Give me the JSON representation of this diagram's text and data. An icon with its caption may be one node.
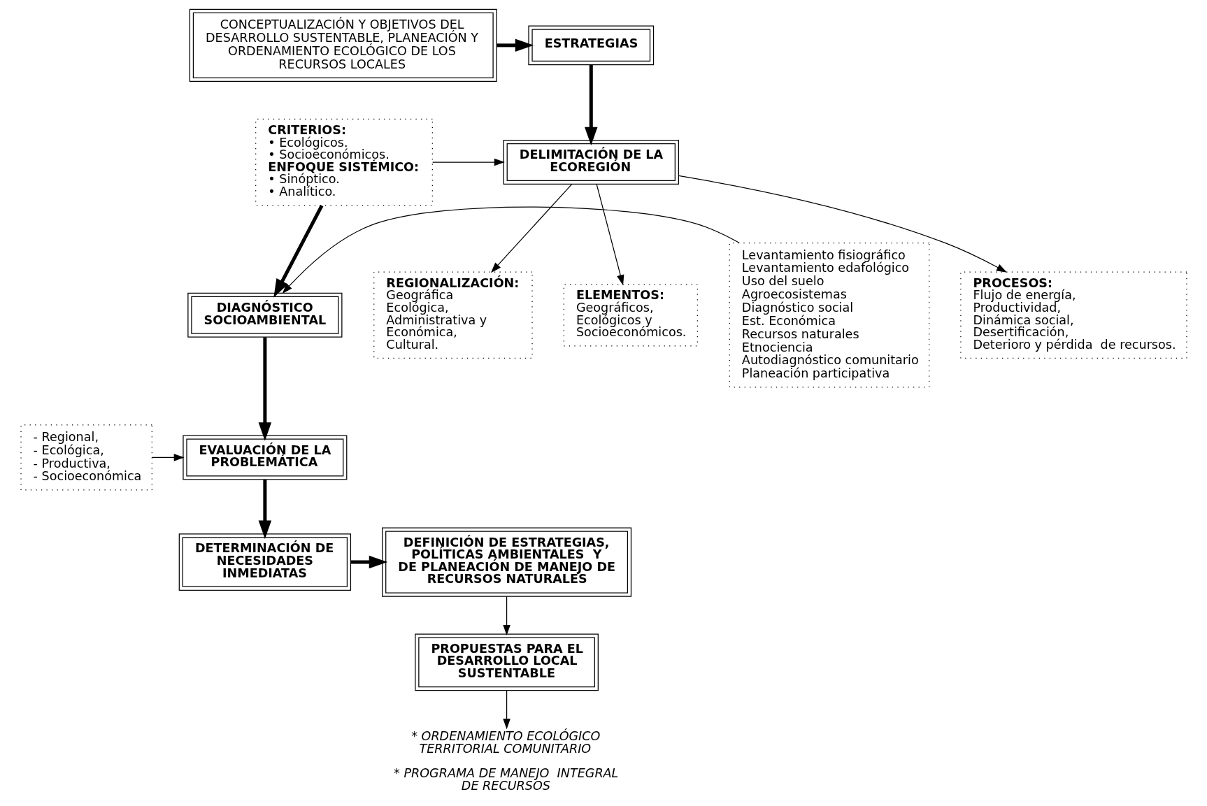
{
  "diagram": {
    "nodes": [
      {
        "text": [
          "CONCEPTUALIZACIÓN Y OBJETIVOS DEL DESARROLLO SUSTENTABLE, PLANEACIÓN Y ORDENAMIENTO ECOLÓGICO DE LOS RECURSOS LOCALES"
        ]
      },
      {
        "text": [
          "ESTRATEGIAS"
        ]
      },
      {
        "text": [
          "CRITERIOS:",
          "• Ecológicos.",
          "• Socioeconómicos.",
          "ENFOQUE SISTÉMICO:",
          "• Sinóptico.",
          "• Analítico."
        ]
      },
      {
        "text": [
          "DELIMITACIÓN DE LA ECOREGIÓN"
        ]
      },
      {
        "text": [
          "Levantamiento fisiográfico",
          "Levantamiento edafológico",
          "Uso del suelo",
          "Agroecosistemas",
          "Diagnóstico social",
          "Est. Económica",
          "Recursos naturales",
          "Etnociencia",
          "Autodiagnóstico comunitario",
          "Planeación participativa"
        ]
      },
      {
        "text": [
          "ELEMENTOS:",
          "Geográficos,",
          "Ecológicos y",
          "Socioeconómicos."
        ]
      },
      {
        "text": [
          "PROCESOS:",
          "Flujo de energía,",
          "Productividad,",
          "Dinámica social,",
          "Desertificación,",
          "Deterioro y pérdida  de recursos."
        ]
      },
      {
        "text": [
          "REGIONALIZACIÓN:",
          "Geográfica",
          "Ecológica,",
          "Administrativa y",
          " Económica,",
          "Cultural."
        ]
      },
      {
        "text": [
          "DIAGNÓSTICO SOCIOAMBIENTAL"
        ]
      },
      {
        "text": [
          "EVALUACIÓN DE LA PROBLEMÁTICA"
        ]
      },
      {
        "text": [
          "- Regional,",
          "- Ecológica,",
          "- Productiva,",
          "- Socioeconómica"
        ]
      },
      {
        "text": [
          "DETERMINACIÓN DE NECESIDADES INMEDIATAS"
        ]
      },
      {
        "text": [
          "DEFINICIÓN DE ESTRATEGIAS, POLÍTICAS AMBIENTALES  Y DE PLANEACIÓN DE MANEJO DE RECURSOS NATURALES"
        ]
      },
      {
        "text": [
          "PROPUESTAS PARA EL DESARROLLO LOCAL SUSTENTABLE"
        ]
      },
      {
        "text": [
          "* ORDENAMIENTO ECOLÓGICO TERRITORIAL COMUNITARIO",
          "* PROGRAMA DE MANEJO  INTEGRAL DE RECURSOS"
        ]
      }
    ],
    "edges": [
      {
        "from": 0,
        "to": 1,
        "arrow": "to",
        "style": "thick"
      },
      {
        "from": 1,
        "to": 3,
        "arrow": "to",
        "style": "thick"
      },
      {
        "from": 2,
        "to": 3,
        "arrow": "to"
      },
      {
        "from": 3,
        "to": 5,
        "arrow": "to"
      },
      {
        "from": 3,
        "to": 6,
        "arrow": "to"
      },
      {
        "from": 3,
        "to": 7,
        "arrow": "to"
      },
      {
        "from": 2,
        "to": 8,
        "arrow": "to",
        "style": "thick"
      },
      {
        "from": 4,
        "to": 8,
        "arrow": "to"
      },
      {
        "from": 8,
        "to": 9,
        "arrow": "to",
        "style": "thick"
      },
      {
        "from": 10,
        "to": 9,
        "arrow": "to"
      },
      {
        "from": 9,
        "to": 11,
        "arrow": "to",
        "style": "thick"
      },
      {
        "from": 11,
        "to": 12,
        "arrow": "to",
        "style": "thick"
      },
      {
        "from": 12,
        "to": 13,
        "arrow": "to"
      },
      {
        "from": 13,
        "to": 14,
        "arrow": "to"
      }
    ]
  }
}
